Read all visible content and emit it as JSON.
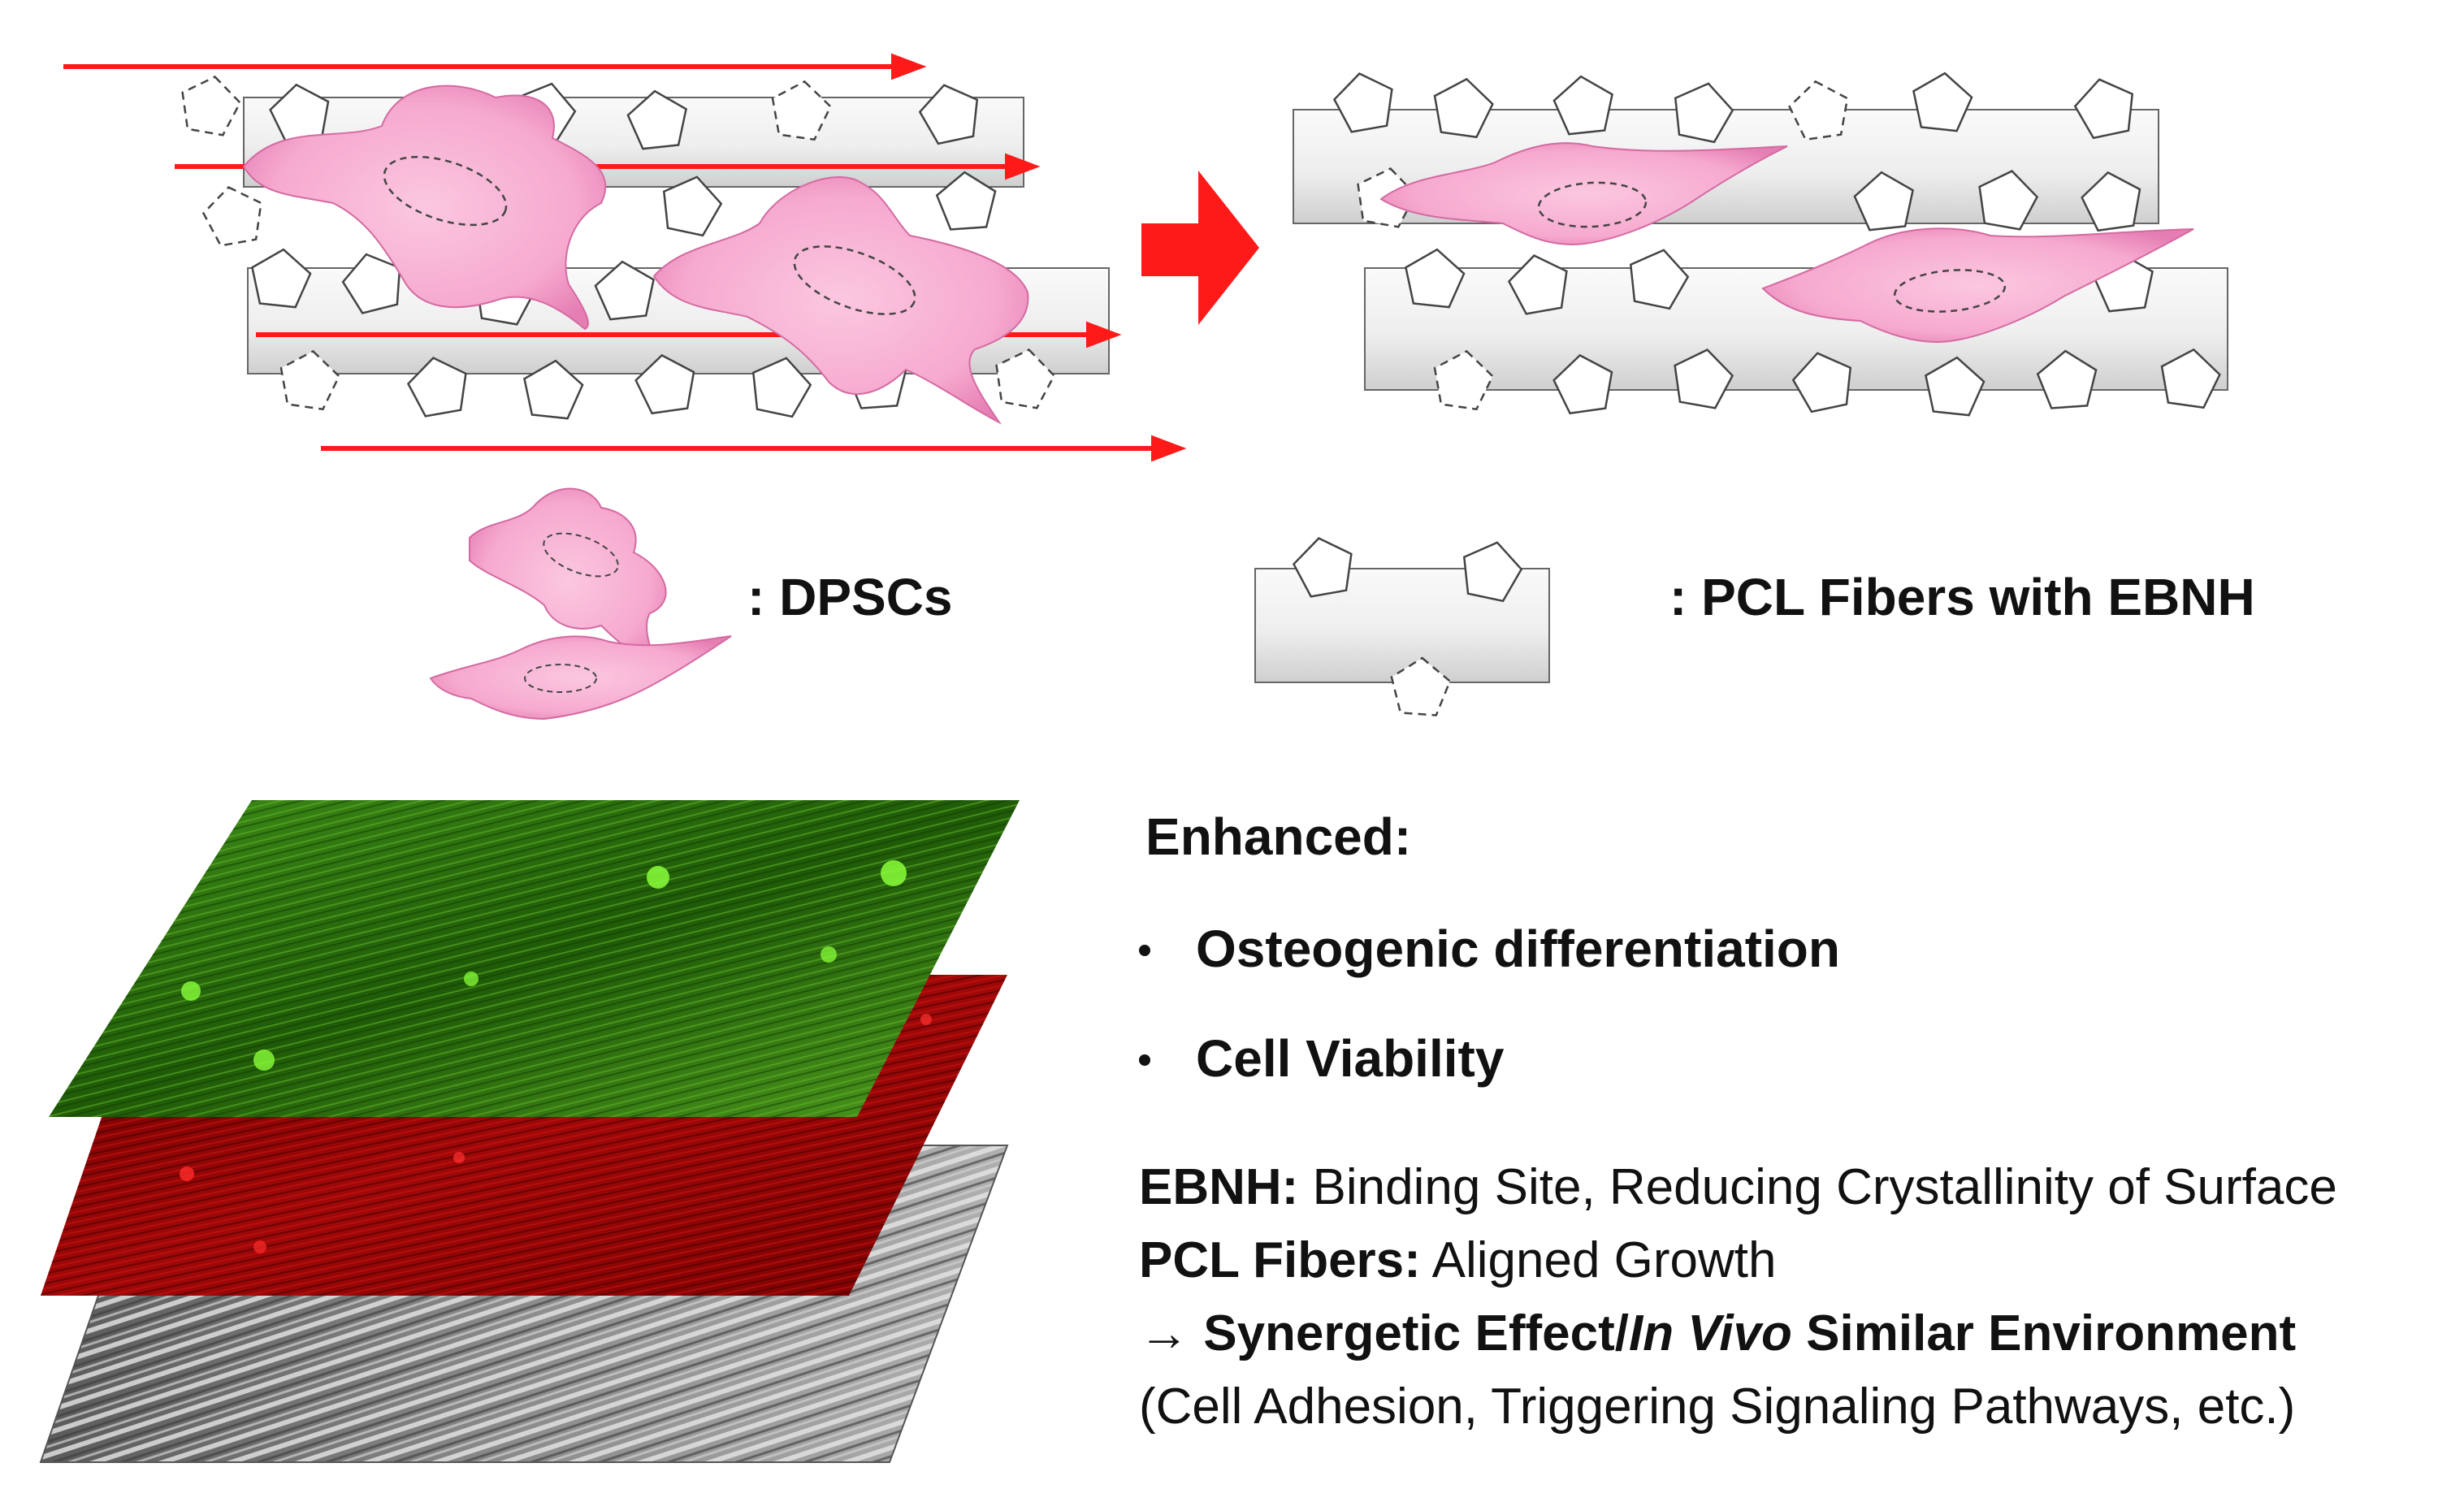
{
  "legend": {
    "cells_label": ": DPSCs",
    "fibers_label": ": PCL Fibers with EBNH"
  },
  "enhanced": {
    "title": "Enhanced:",
    "bullets": [
      "Osteogenic differentiation",
      "Cell Viability"
    ]
  },
  "notes": {
    "ebnh_key": "EBNH:",
    "ebnh_text": " Binding Site, Reducing Crystallinity of Surface",
    "pcl_key": "PCL Fibers:",
    "pcl_text": " Aligned Growth",
    "synergy_arrow": "→ Synergetic Effect/",
    "synergy_italic": "In Vivo",
    "synergy_rest": " Similar Environment",
    "detail": "(Cell Adhesion, Triggering  Signaling Pathways, etc.)"
  },
  "colors": {
    "arrow_red": "#ff1a1a",
    "cell_pink": "#f6a9cf",
    "cell_pink_dark": "#e981b6",
    "fiber_fill": "#f0f0f0",
    "green_layer": "#2f7d12",
    "red_layer": "#9a0505",
    "sem_layer": "#8a8a8a"
  }
}
